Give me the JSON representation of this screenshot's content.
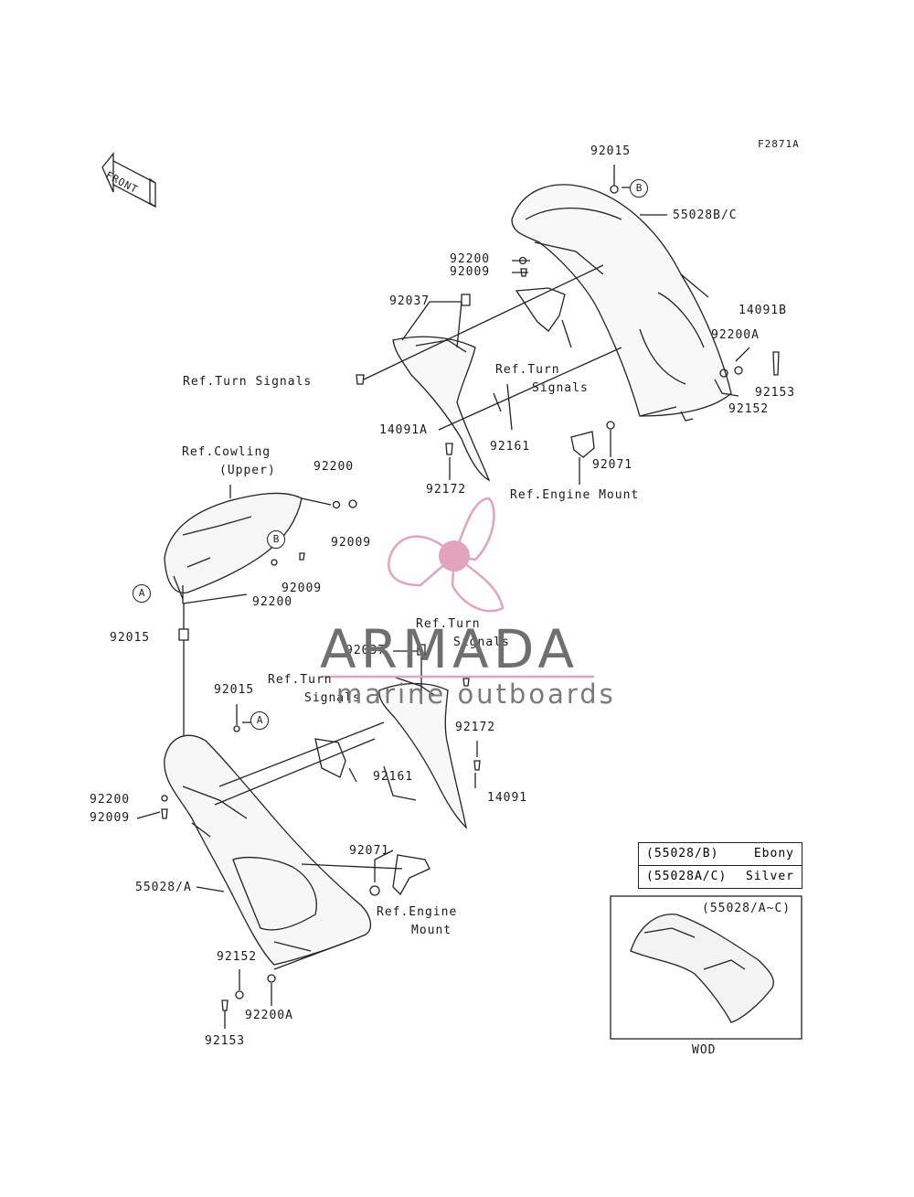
{
  "diagram_code": "F2871A",
  "front_arrow_label": "FRONT",
  "labels": {
    "p92015_top": "92015",
    "circle_b_top": "B",
    "p55028_bc": "55028B/C",
    "p92200_top": "92200",
    "p92009_top": "92009",
    "p92037_top": "92037",
    "p14091b": "14091B",
    "p92200a_right": "92200A",
    "ref_turn_signals_left": "Ref.Turn Signals",
    "ref_turn_signals_mid_1": "Ref.Turn",
    "ref_turn_signals_mid_2": "Signals",
    "p92153_right": "92153",
    "p92152_right": "92152",
    "p14091a": "14091A",
    "p92161_top": "92161",
    "p92071_top": "92071",
    "p92172_top": "92172",
    "ref_engine_mount_top": "Ref.Engine Mount",
    "ref_cowling_1": "Ref.Cowling",
    "ref_cowling_2": "(Upper)",
    "p92200_mid": "92200",
    "p92009_mid": "92009",
    "circle_b_mid": "B",
    "p92009_mid2": "92009",
    "p92200_mid2": "92200",
    "circle_a_mid": "A",
    "p92015_mid": "92015",
    "ref_turn_signals_low_1": "Ref.Turn",
    "ref_turn_signals_low_2": "Signals",
    "p92037_low": "92037",
    "ref_turn_signals_low2_1": "Ref.Turn",
    "ref_turn_signals_low2_2": "Signals",
    "p92015_low": "92015",
    "circle_a_low": "A",
    "p92172_low": "92172",
    "p14091": "14091",
    "p92161_low": "92161",
    "p92200_left": "92200",
    "p92009_left": "92009",
    "p92071_low": "92071",
    "p55028_a": "55028/A",
    "ref_engine_mount_low_1": "Ref.Engine",
    "ref_engine_mount_low_2": "Mount",
    "p92152_low": "92152",
    "p92200a_low": "92200A",
    "p92153_low": "92153"
  },
  "legend": [
    {
      "code": "(55028/B)",
      "color": "Ebony"
    },
    {
      "code": "(55028A/C)",
      "color": "Silver"
    }
  ],
  "inset": {
    "title": "(55028/A~C)",
    "caption": "WOD"
  },
  "watermark": {
    "name": "ARMADA",
    "tagline": "marine outboards",
    "logo_color": "#e3a3bd"
  }
}
